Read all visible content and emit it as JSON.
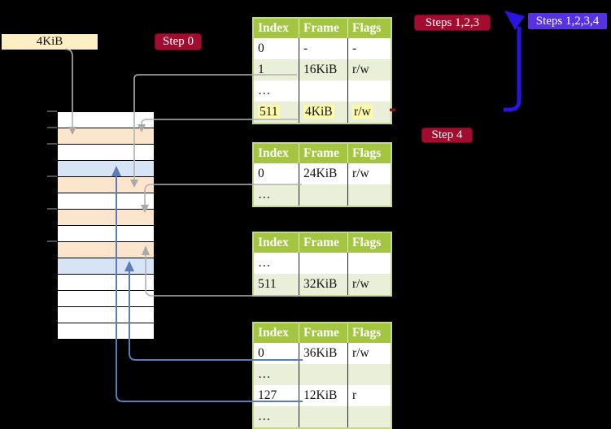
{
  "frame_label": "4KiB",
  "badges": {
    "step0": "Step 0",
    "steps123": "Steps 1,2,3",
    "steps1234": "Steps 1,2,3,4",
    "step4": "Step 4"
  },
  "table_headers": [
    "Index",
    "Frame",
    "Flags"
  ],
  "tables": {
    "t1": {
      "rows": [
        {
          "cells": [
            "0",
            "-",
            "-"
          ],
          "shade": false,
          "hl": false
        },
        {
          "cells": [
            "1",
            "16KiB",
            "r/w"
          ],
          "shade": true,
          "hl": false
        },
        {
          "cells": [
            "…",
            "",
            ""
          ],
          "shade": false,
          "hl": false
        },
        {
          "cells": [
            "511",
            "4KiB",
            "r/w"
          ],
          "shade": true,
          "hl": true
        }
      ]
    },
    "t2": {
      "rows": [
        {
          "cells": [
            "0",
            "24KiB",
            "r/w"
          ],
          "shade": false,
          "hl": false
        },
        {
          "cells": [
            "…",
            "",
            ""
          ],
          "shade": true,
          "hl": false
        }
      ]
    },
    "t3": {
      "rows": [
        {
          "cells": [
            "…",
            "",
            ""
          ],
          "shade": false,
          "hl": false
        },
        {
          "cells": [
            "511",
            "32KiB",
            "r/w"
          ],
          "shade": true,
          "hl": false
        }
      ]
    },
    "t4": {
      "rows": [
        {
          "cells": [
            "0",
            "36KiB",
            "r/w"
          ],
          "shade": false,
          "hl": false
        },
        {
          "cells": [
            "…",
            "",
            ""
          ],
          "shade": true,
          "hl": false
        },
        {
          "cells": [
            "127",
            "12KiB",
            "r"
          ],
          "shade": false,
          "hl": false
        },
        {
          "cells": [
            "…",
            "",
            ""
          ],
          "shade": true,
          "hl": false
        }
      ]
    }
  },
  "memory_rows": [
    "white",
    "peach",
    "white",
    "blue",
    "peach",
    "white",
    "peach",
    "white",
    "peach",
    "blue",
    "white",
    "white",
    "white",
    "white"
  ],
  "colors": {
    "header_green": "#a3c53f",
    "row_alt": "#e9efd8",
    "table_border": "#c4d78f",
    "highlight": "#fdfaa9",
    "peach": "#fce5cd",
    "blue_row": "#d6e4f6",
    "cream": "#fcefc3",
    "badge_red": "#a10c2f",
    "badge_blue": "#5732e3",
    "arrow_gray": "#b1b1b1",
    "arrow_steel": "#5b7cb8",
    "arrow_blue": "#2a14e0",
    "tick_gray": "#6e6e6e",
    "red_dash": "#8e1026"
  }
}
